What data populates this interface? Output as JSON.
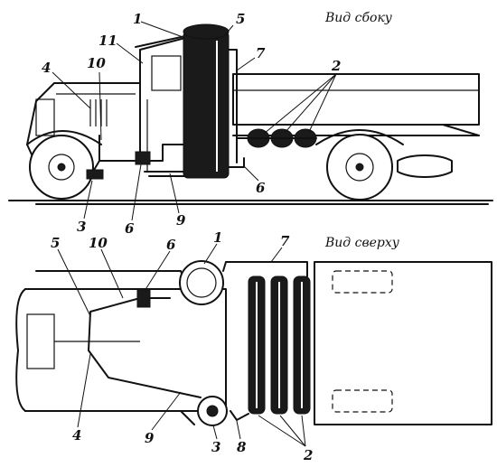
{
  "views": {
    "side": {
      "title": "Вид сбоку"
    },
    "top": {
      "title": "Вид сверху"
    }
  },
  "callouts": {
    "side": [
      "1",
      "2",
      "3",
      "4",
      "5",
      "6",
      "6",
      "7",
      "9",
      "10",
      "11"
    ],
    "top": [
      "1",
      "2",
      "3",
      "4",
      "5",
      "6",
      "7",
      "8",
      "9",
      "10"
    ]
  }
}
